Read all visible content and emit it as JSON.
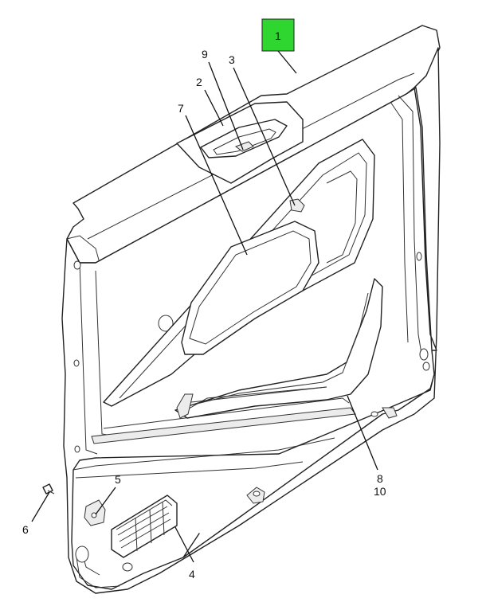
{
  "callouts": {
    "c1": "1",
    "c2": "2",
    "c3": "3",
    "c4": "4",
    "c5": "5",
    "c6": "6",
    "c7": "7",
    "c8": "8",
    "c9": "9",
    "c10": "10"
  },
  "highlight_color": "#2fd62f"
}
